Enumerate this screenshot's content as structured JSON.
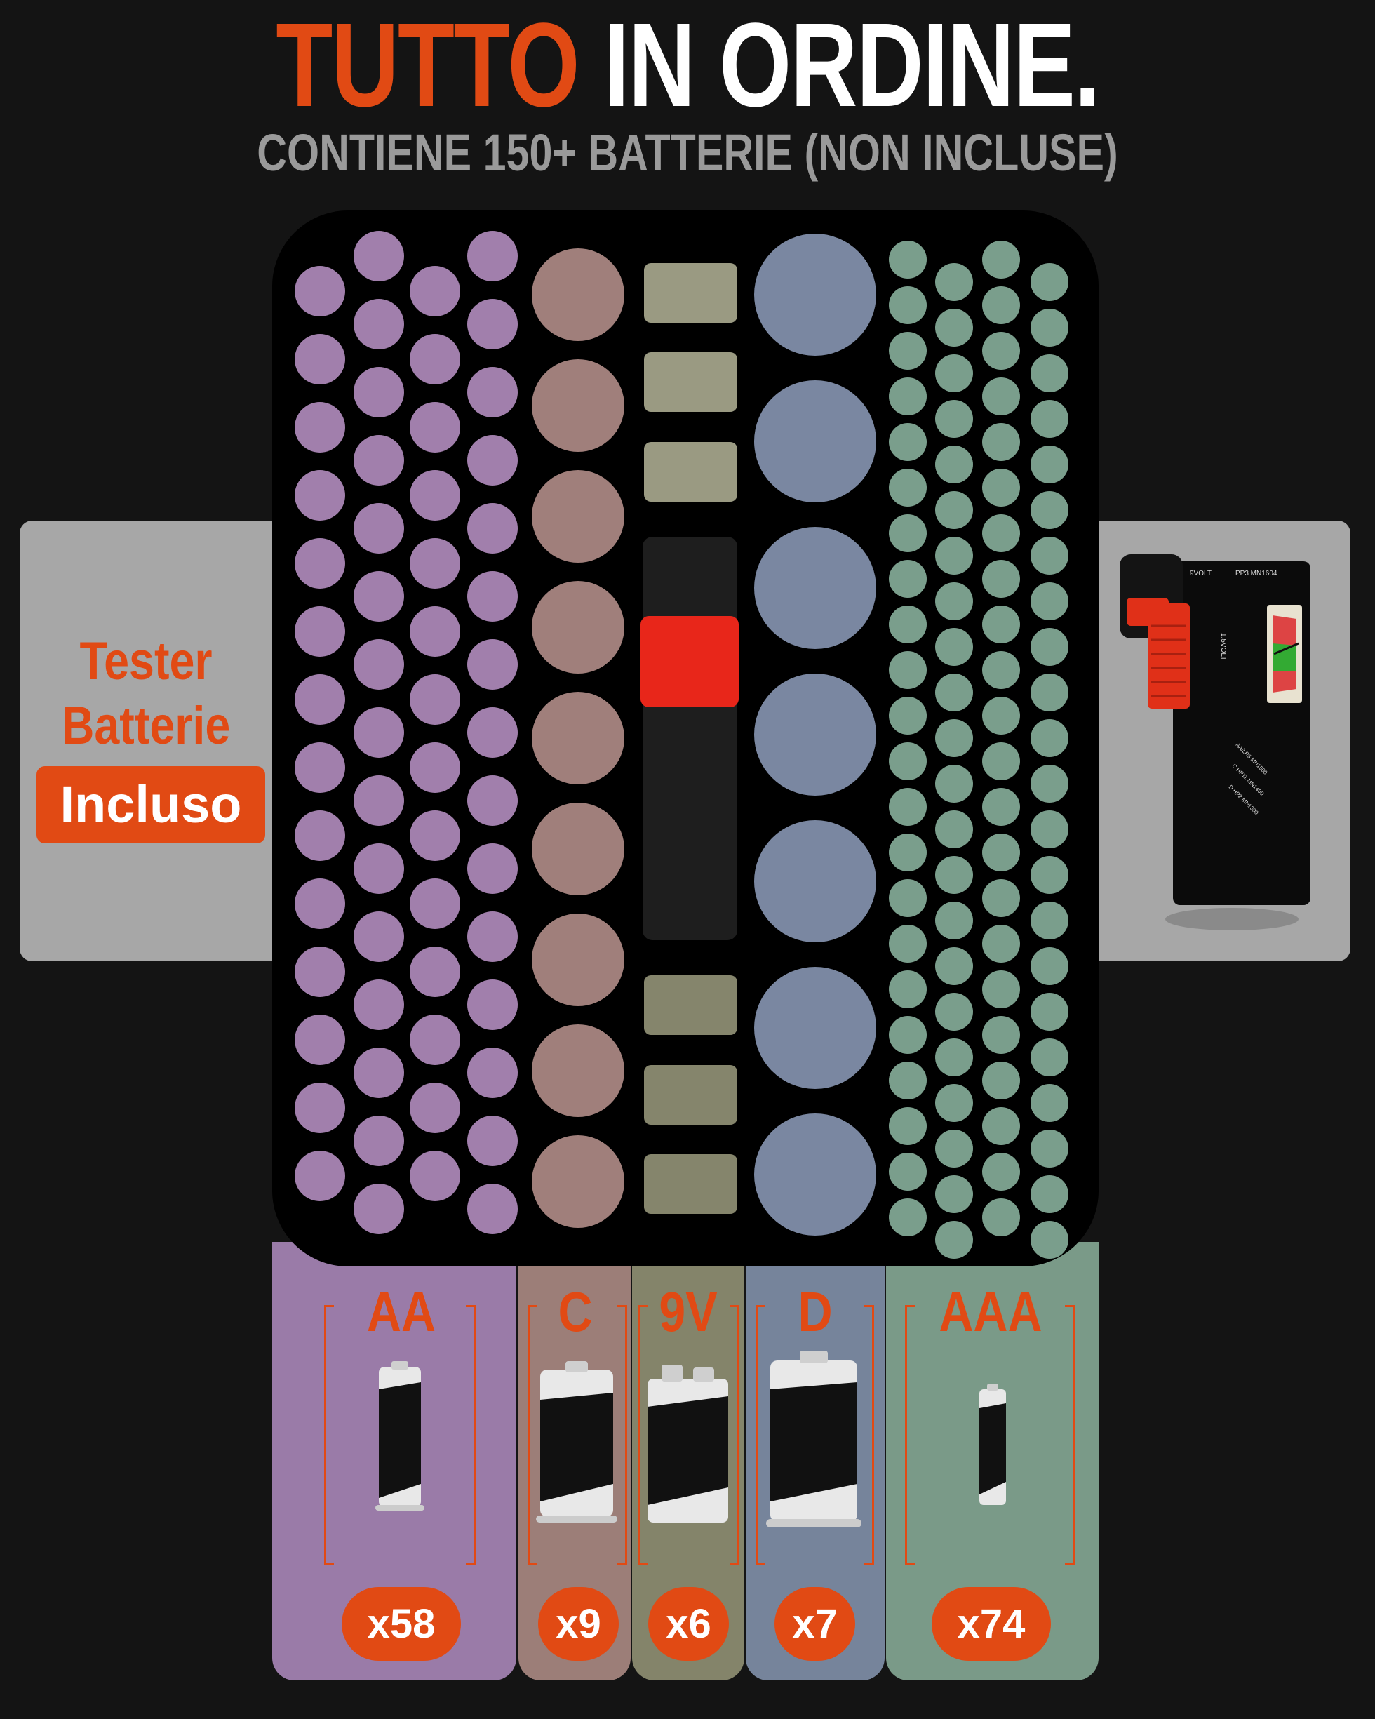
{
  "header": {
    "title_orange": "TUTTO",
    "title_white": "IN ORDINE.",
    "subtitle": "CONTIENE 150+ BATTERIE (NON INCLUSE)"
  },
  "tester": {
    "title_line1": "Tester",
    "title_line2": "Batterie",
    "badge": "Incluso",
    "device_labels": [
      "9VOLT",
      "PP3 MN1604",
      "1.5VOLT",
      "AA/LR6 MN1500",
      "C HP11 MN1400",
      "D HP2 MN1300"
    ]
  },
  "categories": [
    {
      "label": "AA",
      "count": "x58",
      "color": "#9a7ba8",
      "icon": "aa-battery-icon"
    },
    {
      "label": "C",
      "count": "x9",
      "color": "#9c7e78",
      "icon": "c-battery-icon"
    },
    {
      "label": "9V",
      "count": "x6",
      "color": "#84846a",
      "icon": "9v-battery-icon"
    },
    {
      "label": "D",
      "count": "x7",
      "color": "#76849b",
      "icon": "d-battery-icon"
    },
    {
      "label": "AAA",
      "count": "x74",
      "color": "#7a9a88",
      "icon": "aaa-battery-icon"
    }
  ],
  "colors": {
    "accent": "#e14a14",
    "background": "#141414",
    "panel": "#a7a7a7",
    "aa_slot": "#a17fac",
    "c_slot": "#a07f7b",
    "9v_slot": "#9a9a82",
    "d_slot": "#7a87a1",
    "aaa_slot": "#7a9e8c"
  }
}
